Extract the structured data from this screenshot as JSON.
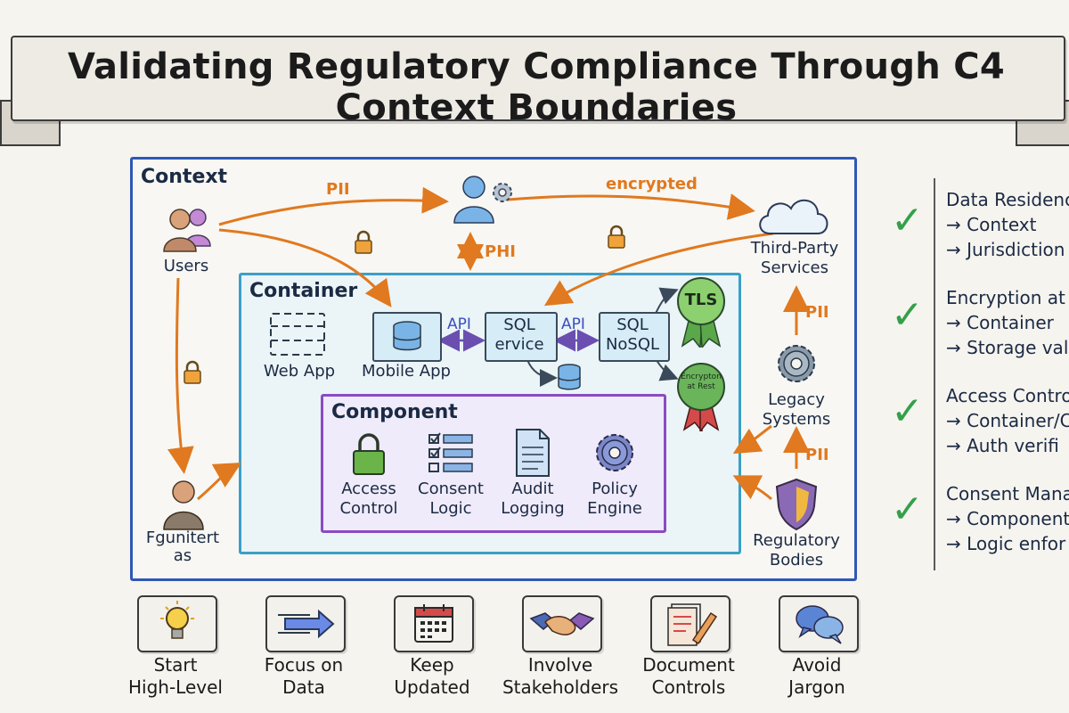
{
  "title": "Validating Regulatory Compliance Through C4 Context Boundaries",
  "context": {
    "label": "Context",
    "users": "Users",
    "unknown_actor": "Fgunitert\nas",
    "third_party": "Third-Party\nServices",
    "legacy": "Legacy\nSystems",
    "regulatory": "Regulatory\nBodies",
    "flow_pii_top": "PII",
    "flow_encrypted": "encrypted",
    "flow_phi": "PHI",
    "flow_pii_right": "PII",
    "flow_pii_lower": "PII"
  },
  "container": {
    "label": "Container",
    "web_app": "Web App",
    "mobile_app": "Mobile App",
    "sql_service": "SQL\nervice",
    "sql_nosql": "SQL\nNoSQL",
    "api_left": "API",
    "api_right": "API",
    "tls_badge": "TLS",
    "encryption_badge": "Encrypt­on\nat Rest"
  },
  "component": {
    "label": "Component",
    "items": [
      {
        "label": "Access\nControl",
        "icon": "lock-icon"
      },
      {
        "label": "Consent\nLogic",
        "icon": "checklist-icon"
      },
      {
        "label": "Audit\nLogging",
        "icon": "document-icon"
      },
      {
        "label": "Policy\nEngine",
        "icon": "gear-icon"
      }
    ]
  },
  "checklist": [
    {
      "title": "Data Residenc",
      "lines": [
        "→ Context",
        "→ Jurisdiction"
      ]
    },
    {
      "title": "Encryption at",
      "lines": [
        "→ Container",
        "→ Storage val"
      ]
    },
    {
      "title": "Access Contro",
      "lines": [
        "→ Container/C",
        "→ Auth verifi"
      ]
    },
    {
      "title": "Consent Mana",
      "lines": [
        "→ Component",
        "→ Logic enfor"
      ]
    }
  ],
  "tips": [
    {
      "label": "Start\nHigh-Level",
      "icon": "lightbulb-icon"
    },
    {
      "label": "Focus on\nData",
      "icon": "arrow-icon"
    },
    {
      "label": "Keep\nUpdated",
      "icon": "calendar-icon"
    },
    {
      "label": "Involve\nStakeholders",
      "icon": "handshake-icon"
    },
    {
      "label": "Document\nControls",
      "icon": "document-pen-icon"
    },
    {
      "label": "Avoid\nJargon",
      "icon": "speech-bubbles-icon"
    }
  ],
  "colors": {
    "context_border": "#2f57b5",
    "container_border": "#3aa0c8",
    "component_border": "#8a4bc2",
    "flow_arrow": "#e0791f",
    "api_arrow": "#6a4fb0",
    "check": "#34a04a"
  }
}
